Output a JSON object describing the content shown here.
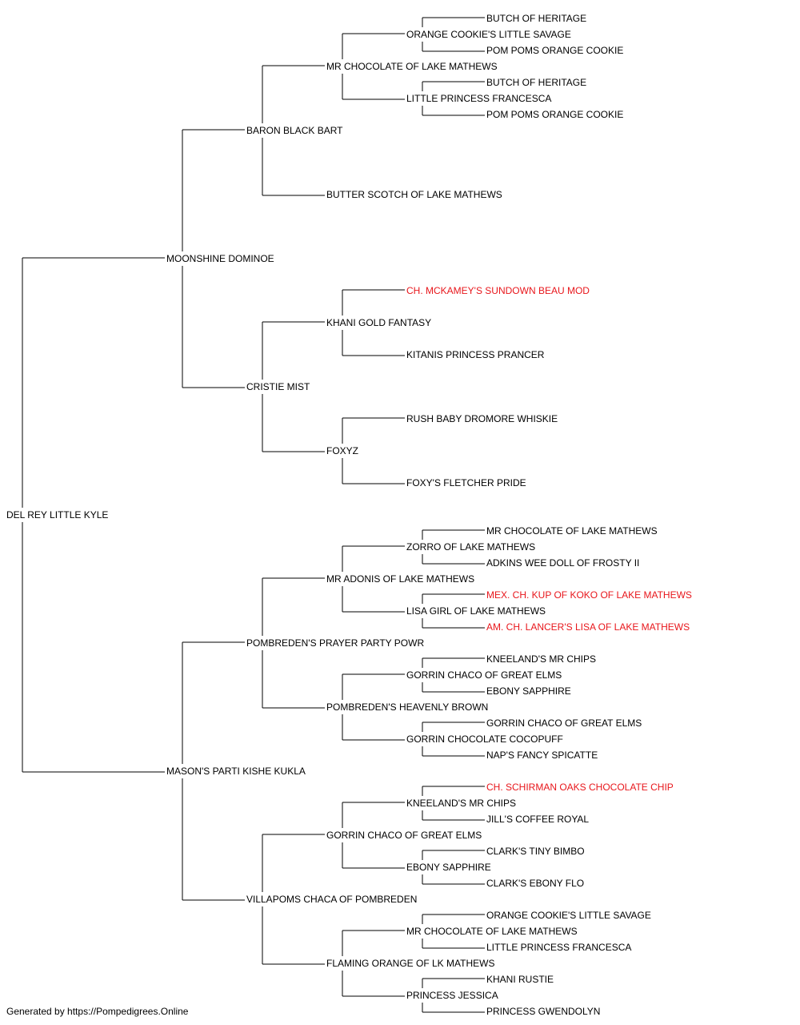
{
  "pedigree": {
    "subject": {
      "name": "DEL REY LITTLE KYLE",
      "champion": false
    },
    "sire": {
      "name": "MOONSHINE DOMINOE",
      "champion": false
    },
    "dam": {
      "name": "MASON'S PARTI KISHE KUKLA",
      "champion": false
    },
    "grandparents": [
      {
        "name": "BARON BLACK BART",
        "champion": false
      },
      {
        "name": "CRISTIE MIST",
        "champion": false
      },
      {
        "name": "POMBREDEN'S PRAYER PARTY POWR",
        "champion": false
      },
      {
        "name": "VILLAPOMS CHACA OF POMBREDEN",
        "champion": false
      }
    ],
    "great_grandparents": [
      {
        "name": "MR CHOCOLATE OF LAKE MATHEWS",
        "champion": false
      },
      {
        "name": "BUTTER SCOTCH OF LAKE MATHEWS",
        "champion": false
      },
      {
        "name": "KHANI GOLD FANTASY",
        "champion": false
      },
      {
        "name": "FOXYZ",
        "champion": false
      },
      {
        "name": "MR ADONIS OF LAKE MATHEWS",
        "champion": false
      },
      {
        "name": "POMBREDEN'S HEAVENLY BROWN",
        "champion": false
      },
      {
        "name": "GORRIN CHACO OF GREAT ELMS",
        "champion": false
      },
      {
        "name": "FLAMING ORANGE OF LK MATHEWS",
        "champion": false
      }
    ],
    "gen4": [
      {
        "name": "ORANGE COOKIE'S LITTLE SAVAGE",
        "champion": false
      },
      {
        "name": "LITTLE PRINCESS FRANCESCA",
        "champion": false
      },
      {
        "name": "",
        "champion": false
      },
      {
        "name": "",
        "champion": false
      },
      {
        "name": "CH. MCKAMEY'S SUNDOWN BEAU MOD",
        "champion": true
      },
      {
        "name": "KITANIS PRINCESS PRANCER",
        "champion": false
      },
      {
        "name": "RUSH BABY DROMORE WHISKIE",
        "champion": false
      },
      {
        "name": "FOXY'S FLETCHER PRIDE",
        "champion": false
      },
      {
        "name": "ZORRO OF LAKE MATHEWS",
        "champion": false
      },
      {
        "name": "LISA GIRL OF LAKE MATHEWS",
        "champion": false
      },
      {
        "name": "GORRIN CHACO OF GREAT ELMS",
        "champion": false
      },
      {
        "name": "GORRIN CHOCOLATE COCOPUFF",
        "champion": false
      },
      {
        "name": "KNEELAND'S MR CHIPS",
        "champion": false
      },
      {
        "name": "EBONY SAPPHIRE",
        "champion": false
      },
      {
        "name": "MR CHOCOLATE OF LAKE MATHEWS",
        "champion": false
      },
      {
        "name": "PRINCESS JESSICA",
        "champion": false
      }
    ],
    "gen5": [
      {
        "name": "BUTCH OF HERITAGE",
        "champion": false
      },
      {
        "name": "POM POMS ORANGE COOKIE",
        "champion": false
      },
      {
        "name": "BUTCH OF HERITAGE",
        "champion": false
      },
      {
        "name": "POM POMS ORANGE COOKIE",
        "champion": false
      },
      {
        "name": "",
        "champion": false
      },
      {
        "name": "",
        "champion": false
      },
      {
        "name": "",
        "champion": false
      },
      {
        "name": "",
        "champion": false
      },
      {
        "name": "",
        "champion": false
      },
      {
        "name": "",
        "champion": false
      },
      {
        "name": "",
        "champion": false
      },
      {
        "name": "",
        "champion": false
      },
      {
        "name": "",
        "champion": false
      },
      {
        "name": "",
        "champion": false
      },
      {
        "name": "",
        "champion": false
      },
      {
        "name": "",
        "champion": false
      },
      {
        "name": "MR CHOCOLATE OF LAKE MATHEWS",
        "champion": false
      },
      {
        "name": "ADKINS WEE DOLL OF FROSTY II",
        "champion": false
      },
      {
        "name": "MEX. CH. KUP OF KOKO OF LAKE MATHEWS",
        "champion": true
      },
      {
        "name": "AM. CH. LANCER'S LISA OF LAKE MATHEWS",
        "champion": true
      },
      {
        "name": "KNEELAND'S MR CHIPS",
        "champion": false
      },
      {
        "name": "EBONY SAPPHIRE",
        "champion": false
      },
      {
        "name": "GORRIN CHACO OF GREAT ELMS",
        "champion": false
      },
      {
        "name": "NAP'S FANCY SPICATTE",
        "champion": false
      },
      {
        "name": "CH. SCHIRMAN OAKS CHOCOLATE CHIP",
        "champion": true
      },
      {
        "name": "JILL'S COFFEE ROYAL",
        "champion": false
      },
      {
        "name": "CLARK'S TINY BIMBO",
        "champion": false
      },
      {
        "name": "CLARK'S EBONY FLO",
        "champion": false
      },
      {
        "name": "ORANGE COOKIE'S LITTLE SAVAGE",
        "champion": false
      },
      {
        "name": "LITTLE PRINCESS FRANCESCA",
        "champion": false
      },
      {
        "name": "KHANI RUSTIE",
        "champion": false
      },
      {
        "name": "PRINCESS GWENDOLYN",
        "champion": false
      }
    ]
  },
  "colors": {
    "champion": "#e8161b",
    "normal": "#000000",
    "line": "#000000"
  },
  "footer": "Generated by https://Pompedigrees.Online"
}
